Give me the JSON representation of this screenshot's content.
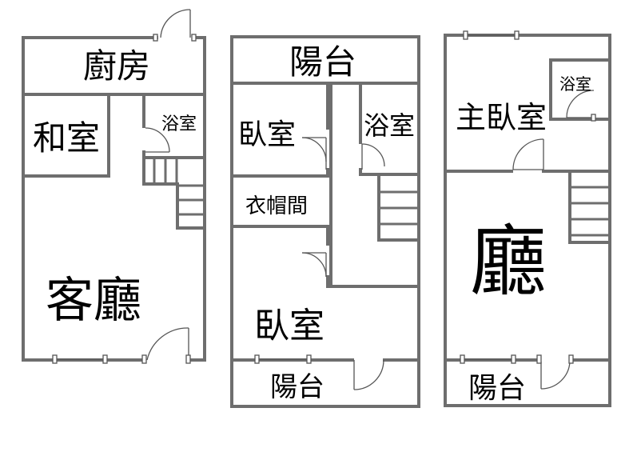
{
  "floors": [
    {
      "rooms": {
        "kitchen": "廚房",
        "japanese_room": "和室",
        "bathroom": "浴室",
        "living_room": "客廳"
      }
    },
    {
      "rooms": {
        "balcony_top": "陽台",
        "bedroom_small": "臥室",
        "bathroom": "浴室",
        "closet": "衣帽間",
        "bedroom_large": "臥室",
        "balcony_bottom": "陽台"
      }
    },
    {
      "rooms": {
        "master_bedroom": "主臥室",
        "bathroom": "浴室",
        "hall": "廳",
        "balcony": "陽台"
      }
    }
  ],
  "colors": {
    "wall": "#6e6e6e",
    "text": "#000000",
    "background": "#ffffff"
  }
}
